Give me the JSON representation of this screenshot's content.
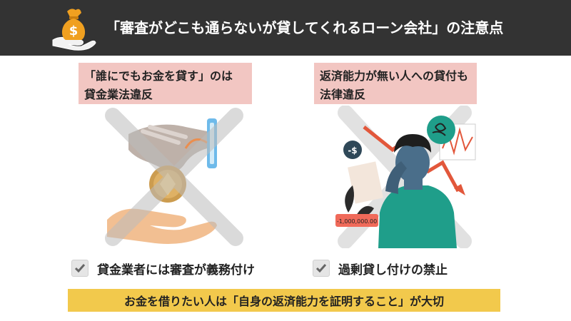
{
  "header": {
    "title": "「審査がどこも通らないが貸してくれるローン会社」の注意点",
    "logo_icon": "money-bag-hand-icon",
    "logo_symbol": "$"
  },
  "left_panel": {
    "label_line1": "「誰にでもお金を貸す」のは",
    "label_line2": "貸金業法違反",
    "illustration_icon": "hand-coin-card-reader-icon",
    "check_text": "貸金業者には審査が義務付け"
  },
  "right_panel": {
    "label_line1": "返済能力が無い人への貸付も",
    "label_line2": "法律違反",
    "illustration_icon": "stressed-man-falling-chart-icon",
    "dollar_badge": "-$",
    "amount_tag": "-1,000,000.00",
    "check_text": "過剰貸し付けの禁止"
  },
  "banner": {
    "text": "お金を借りたい人は「自身の返済能力を証明すること」が大切"
  },
  "colors": {
    "header_bg": "#333333",
    "label_bg": "#f2c6c2",
    "banner_bg": "#f2c94c",
    "bag_orange": "#f0a020",
    "shirt_teal": "#1f9e8a",
    "arrow_red": "#e2573b",
    "cross_gray": "#cfcfcf"
  }
}
